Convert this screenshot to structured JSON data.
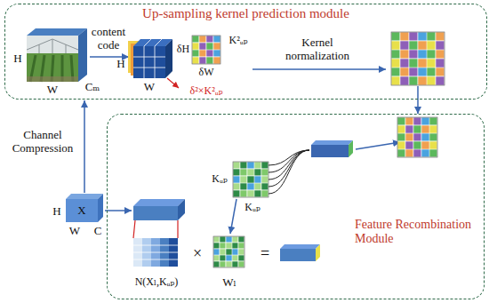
{
  "diagram": {
    "nodes": [
      {
        "text": [
          "Up-sampling kernel prediction module"
        ]
      },
      {
        "text": [
          "Feature Recombination Module"
        ]
      }
    ],
    "edges": [
      {
        "from": 0,
        "to": 1,
        "arrow": "to"
      }
    ],
    "labels": [
      "content code",
      "H",
      "W",
      "Cₘ",
      "H",
      "W",
      "δH",
      "δW",
      "K²ᵤₚ",
      "δ²×K²ᵤₚ",
      "Kernel normalization",
      "Channel Compression",
      "H",
      "W",
      "X",
      "C",
      "Kᵤₚ",
      "Kᵤₚ",
      "N(Xₗ,Kᵤₚ)",
      "×",
      "Wₗ",
      "="
    ]
  }
}
